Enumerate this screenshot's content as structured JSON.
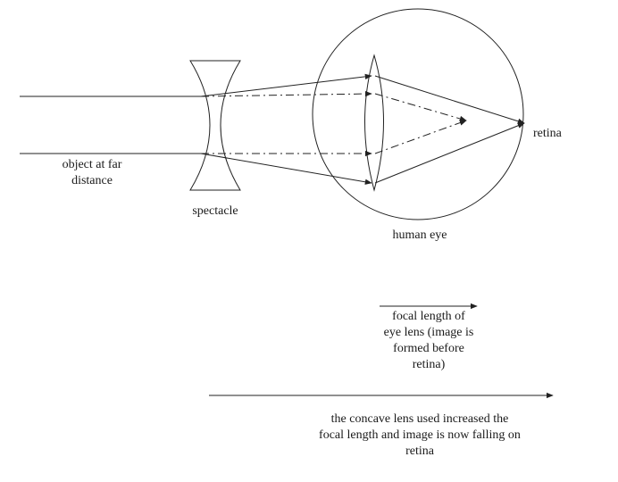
{
  "labels": {
    "object": [
      "object at far",
      "distance"
    ],
    "spectacle": "spectacle",
    "human_eye": "human eye",
    "retina": "retina",
    "focal_note": [
      "focal length of",
      "eye lens (image is",
      "formed before",
      "retina)"
    ],
    "concave_note": [
      "the concave lens used increased the",
      "focal length and image is now falling on",
      "retina"
    ]
  },
  "colors": {
    "stroke": "#222222",
    "text": "#1a1a1a"
  }
}
